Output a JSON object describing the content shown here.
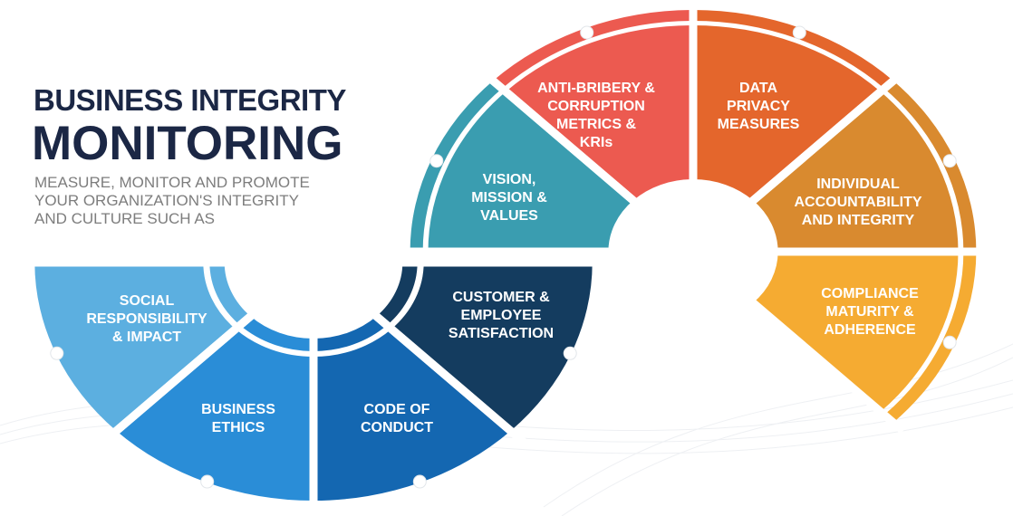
{
  "header": {
    "title_line1": "BUSINESS INTEGRITY",
    "title_line2": "MONITORING",
    "subtitle_lines": [
      "MEASURE, MONITOR AND PROMOTE",
      "YOUR ORGANIZATION'S INTEGRITY",
      "AND CULTURE SUCH AS"
    ]
  },
  "segments": [
    {
      "id": "vision",
      "lines": [
        "VISION,",
        "MISSION &",
        "VALUES"
      ],
      "color": "#3a9db0"
    },
    {
      "id": "anti-bribery",
      "lines": [
        "ANTI-BRIBERY &",
        "CORRUPTION",
        "METRICS &",
        "KRIs"
      ],
      "color": "#ec5a50"
    },
    {
      "id": "data-privacy",
      "lines": [
        "DATA",
        "PRIVACY",
        "MEASURES"
      ],
      "color": "#e4662c"
    },
    {
      "id": "individual",
      "lines": [
        "INDIVIDUAL",
        "ACCOUNTABILITY",
        "AND INTEGRITY"
      ],
      "color": "#d98a2f"
    },
    {
      "id": "compliance",
      "lines": [
        "COMPLIANCE",
        "MATURITY &",
        "ADHERENCE"
      ],
      "color": "#f5ab32"
    },
    {
      "id": "customer",
      "lines": [
        "CUSTOMER &",
        "EMPLOYEE",
        "SATISFACTION"
      ],
      "color": "#143c5f"
    },
    {
      "id": "code",
      "lines": [
        "CODE OF",
        "CONDUCT"
      ],
      "color": "#1467b1"
    },
    {
      "id": "ethics",
      "lines": [
        "BUSINESS",
        "ETHICS"
      ],
      "color": "#2a8dd7"
    },
    {
      "id": "social",
      "lines": [
        "SOCIAL",
        "RESPONSIBILITY",
        "& IMPACT"
      ],
      "color": "#5cafe0"
    }
  ]
}
